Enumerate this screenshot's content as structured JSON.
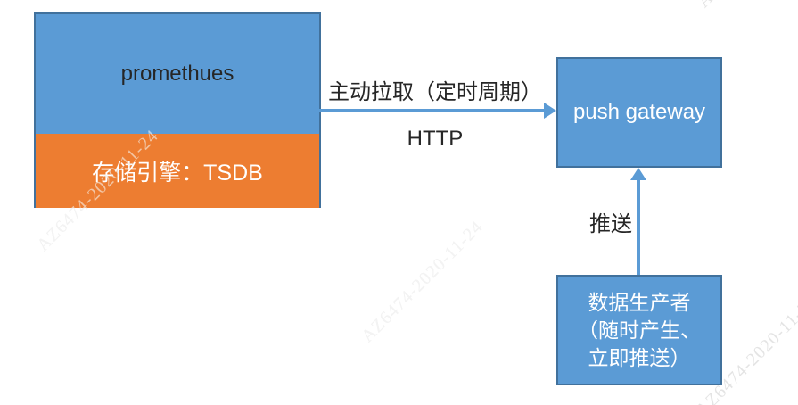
{
  "nodes": {
    "prometheus": {
      "label": "promethues"
    },
    "storage": {
      "label": "存储引擎：TSDB"
    },
    "gateway": {
      "label": "push gateway"
    },
    "producer": {
      "lines": [
        "数据生产者",
        "（随时产生、",
        "立即推送）"
      ]
    }
  },
  "edges": {
    "pull": {
      "label": "主动拉取（定时周期）",
      "protocol": "HTTP"
    },
    "push": {
      "label": "推送"
    }
  },
  "watermark": {
    "text": "AZ6474-2020-11-24"
  },
  "colors": {
    "node_fill_blue": "#5b9bd5",
    "node_fill_orange": "#ed7d31",
    "node_border": "#41719c",
    "arrow": "#5b9bd5",
    "text_on_fill": "#ffffff",
    "label_text": "#262626",
    "watermark": "#e4e4e4"
  }
}
